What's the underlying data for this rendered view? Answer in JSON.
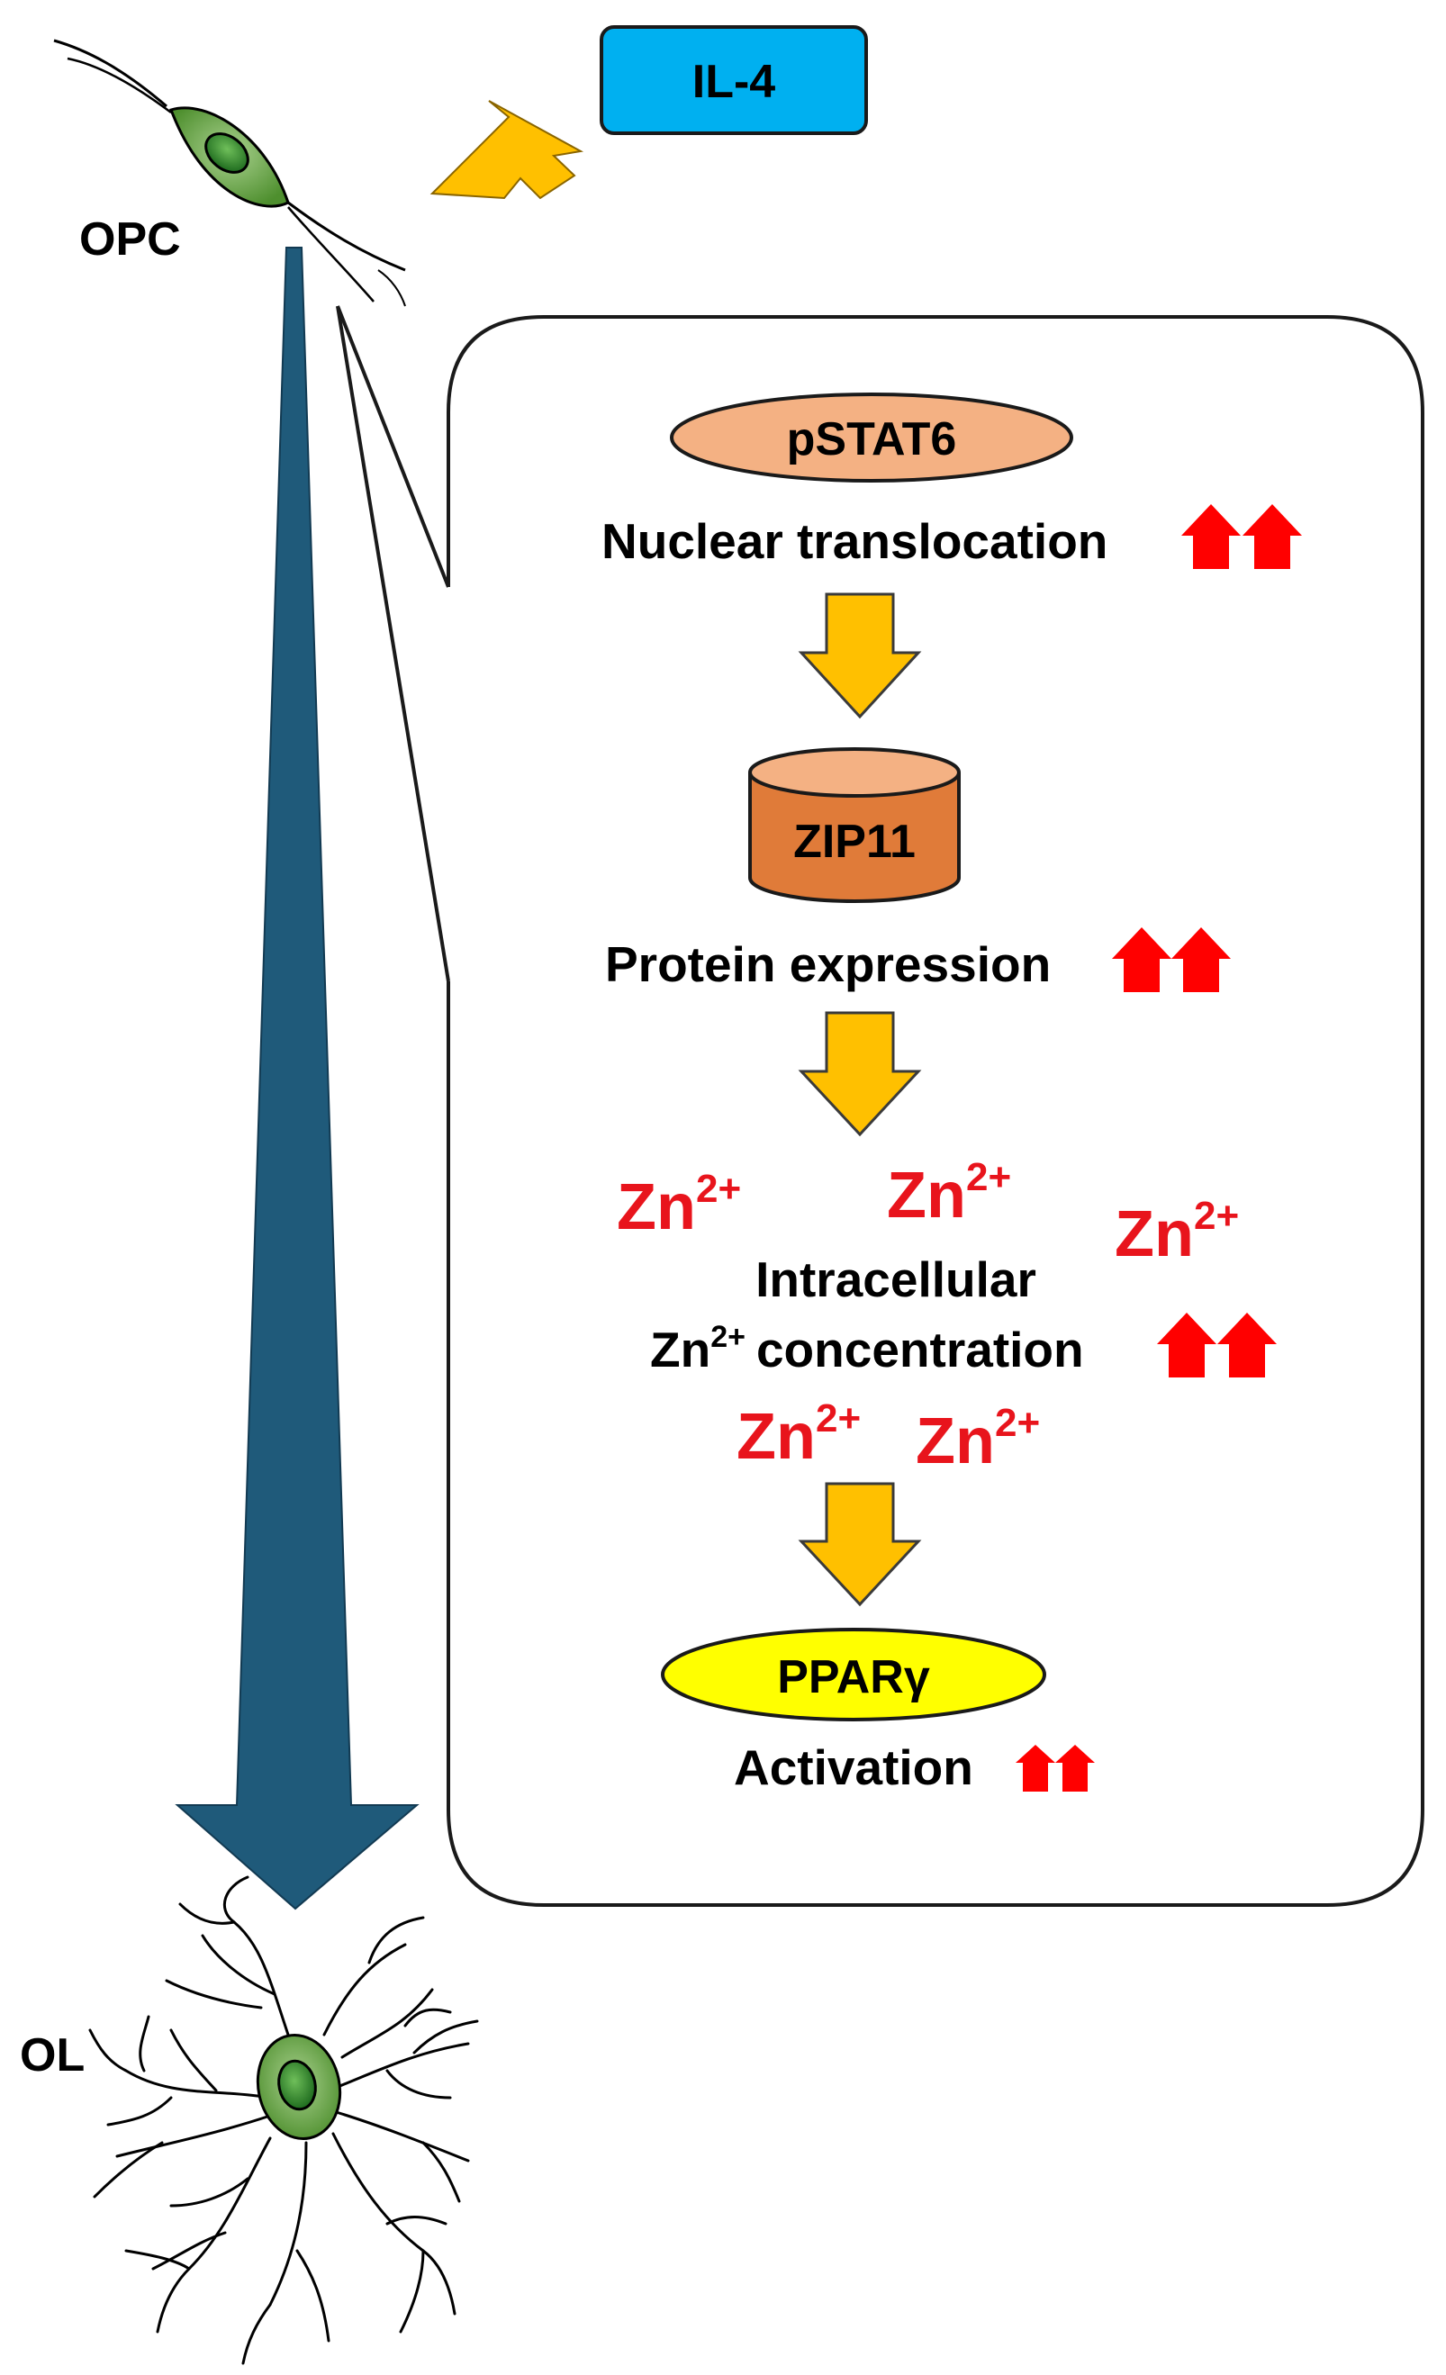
{
  "labels": {
    "il4": "IL-4",
    "opc": "OPC",
    "ol": "OL",
    "pstat6": "pSTAT6",
    "nuclear_translocation": "Nuclear translocation",
    "zip11": "ZIP11",
    "protein_expression": "Protein expression",
    "intracellular": "Intracellular",
    "zn_concentration_base": "Zn",
    "zn_concentration_sup": "2+",
    "zn_concentration_rest": "concentration",
    "ppar": "PPARγ",
    "activation": "Activation"
  },
  "zinc_ion": {
    "base": "Zn",
    "sup": "2+"
  },
  "colors": {
    "il4_box": "#00b0f0",
    "pstat6": "#f4b183",
    "zip11_top": "#f4b183",
    "zip11_body": "#e07b39",
    "ppar": "#ffff00",
    "flow_arrow": "#ffc000",
    "up_arrow": "#ff0000",
    "zinc_text": "#e8141c",
    "differentiation_arrow": "#1f5a7a",
    "cell_body": "#70ad47",
    "nucleus": "#3a8a3a"
  },
  "icons": [
    "up-arrow-icon",
    "down-arrow-icon",
    "cell-icon"
  ]
}
